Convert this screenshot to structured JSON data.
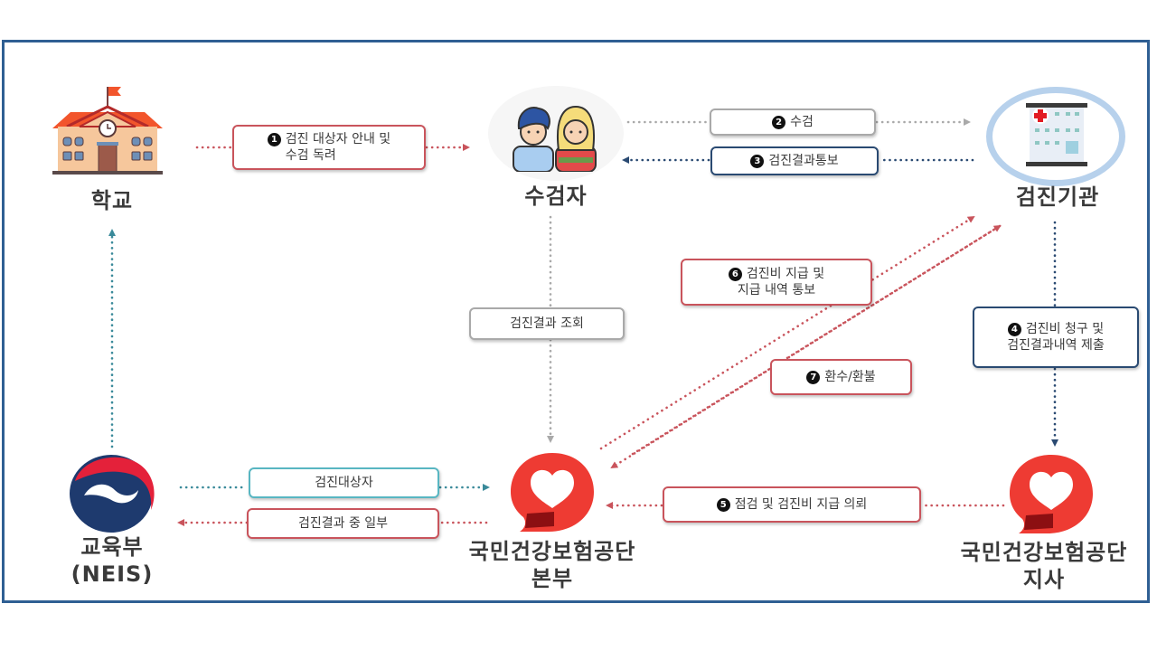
{
  "diagram": {
    "nodes": {
      "school": {
        "label": "학교",
        "icon": "school-building-icon"
      },
      "examinee": {
        "label": "수검자",
        "icon": "people-couple-icon"
      },
      "hospital": {
        "label": "검진기관",
        "icon": "hospital-building-icon"
      },
      "moe": {
        "label_line1": "교육부",
        "label_line2": "(NEIS)",
        "icon": "korea-government-emblem-icon"
      },
      "nhis_hq": {
        "label_line1": "국민건강보험공단",
        "label_line2": "본부",
        "icon": "nhis-heart-logo-icon"
      },
      "nhis_branch": {
        "label_line1": "국민건강보험공단",
        "label_line2": "지사",
        "icon": "nhis-heart-logo-icon"
      }
    },
    "steps": [
      {
        "num": "1",
        "line1": "검진 대상자 안내 및",
        "line2": "수검 독려",
        "from": "학교",
        "to": "수검자"
      },
      {
        "num": "2",
        "line1": "수검",
        "from": "수검자",
        "to": "검진기관"
      },
      {
        "num": "3",
        "line1": "검진결과통보",
        "from": "검진기관",
        "to": "수검자"
      },
      {
        "num": "4",
        "line1": "검진비 청구 및",
        "line2": "검진결과내역 제출",
        "from": "검진기관",
        "to": "국민건강보험공단 지사"
      },
      {
        "num": "5",
        "line1": "점검 및 검진비 지급 의뢰",
        "from": "국민건강보험공단 지사",
        "to": "국민건강보험공단 본부"
      },
      {
        "num": "6",
        "line1": "검진비 지급 및",
        "line2": "지급 내역 통보",
        "from": "국민건강보험공단 본부",
        "to": "검진기관"
      },
      {
        "num": "7",
        "line1": "환수/환불",
        "from": "검진기관",
        "to": "국민건강보험공단 본부"
      }
    ],
    "unnumbered_flows": [
      {
        "label": "검진결과 조회",
        "from": "수검자",
        "to": "국민건강보험공단 본부"
      },
      {
        "label": "검진대상자",
        "from": "교육부",
        "to": "국민건강보험공단 본부"
      },
      {
        "label": "검진결과 중 일부",
        "from": "국민건강보험공단 본부",
        "to": "교육부"
      },
      {
        "label": "",
        "from": "교육부",
        "to": "학교"
      }
    ],
    "colors": {
      "frame": "#2f5f93",
      "red_flow": "#c9545c",
      "navy_flow": "#2a4a72",
      "teal_flow": "#3a8a9a",
      "gray_flow": "#a9a9a9",
      "nhis_red": "#ee3b33"
    }
  }
}
